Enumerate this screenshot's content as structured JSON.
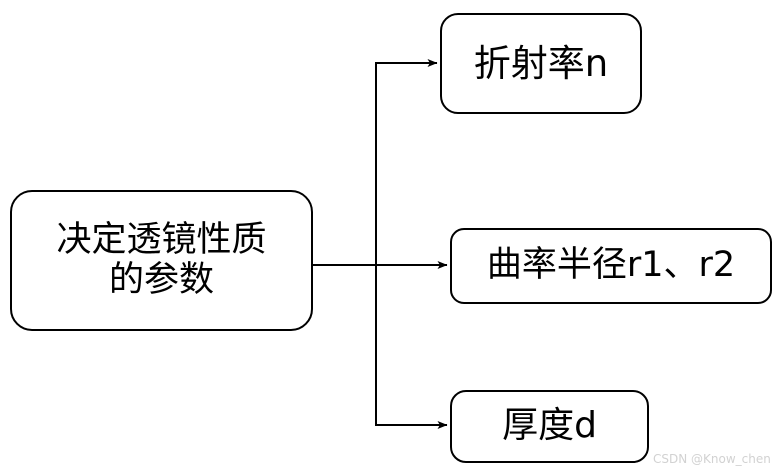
{
  "diagram": {
    "title_node": {
      "id": "root",
      "label": "决定透镜性质\n的参数"
    },
    "branches": [
      {
        "id": "refractive-index",
        "label": "折射率n"
      },
      {
        "id": "curvature-radius",
        "label": "曲率半径r1、r2"
      },
      {
        "id": "thickness",
        "label": "厚度d"
      }
    ],
    "connectors": {
      "style": "orthogonal-elbow",
      "arrowhead": "solid-triangle",
      "stroke_color": "#000000",
      "stroke_width": 2
    },
    "colors": {
      "background": "#ffffff",
      "node_fill": "#ffffff",
      "node_border": "#000000",
      "text": "#000000",
      "watermark": "#d2d2d2"
    }
  },
  "watermark": {
    "text": "CSDN @Know_chen"
  }
}
